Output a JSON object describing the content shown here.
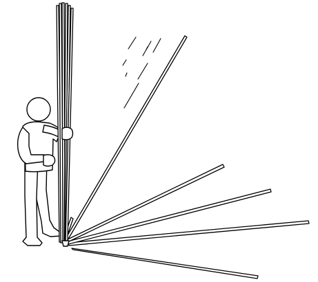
{
  "illustration": {
    "subject": "falling-rods-hazard",
    "colors": {
      "line": "#000000",
      "fill": "#ffffff"
    },
    "standing_rod_count": 6,
    "fallen_rod_count": 6
  }
}
